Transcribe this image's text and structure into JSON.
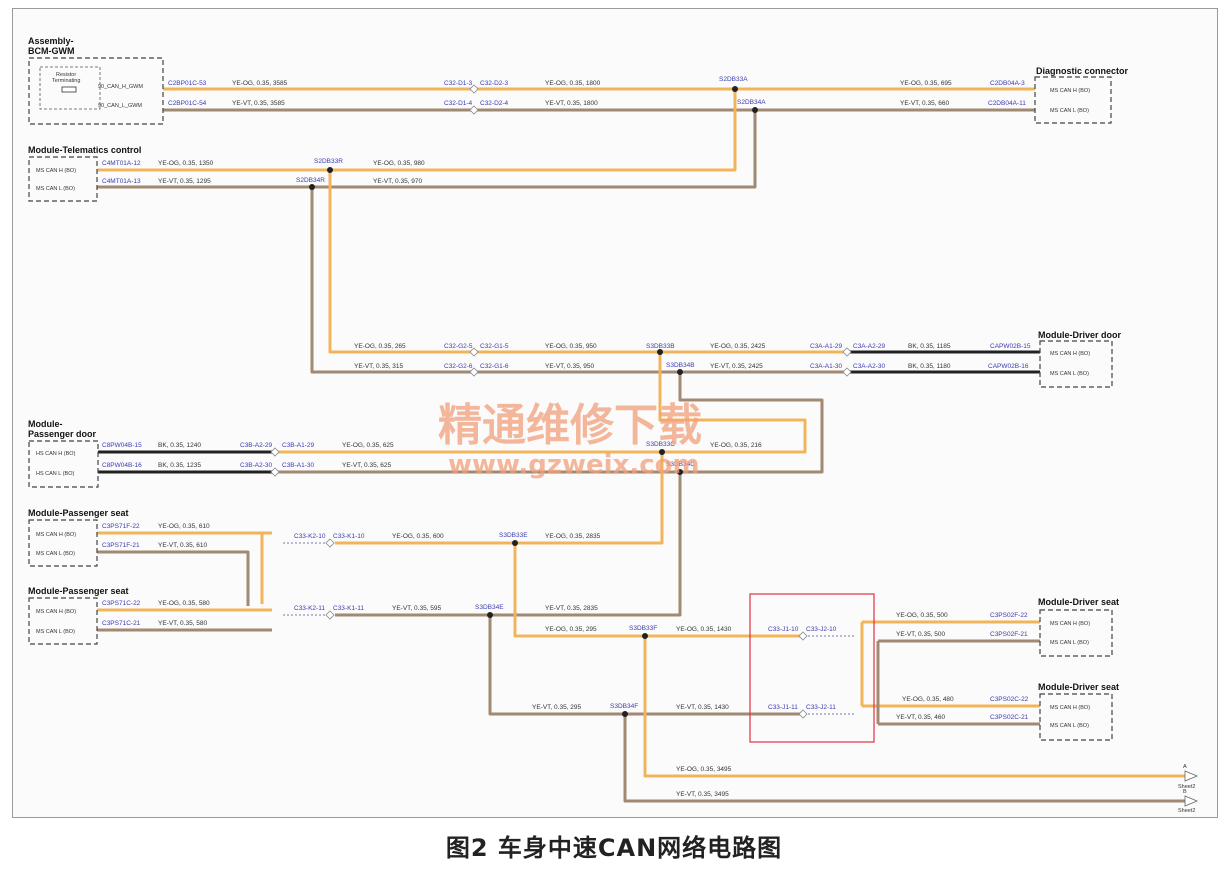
{
  "caption": "图2 车身中速CAN网络电路图",
  "watermark": {
    "line1": "精通维修下载",
    "line2": "www.gzweix.com"
  },
  "colors": {
    "orange": "#f0b45a",
    "brown": "#a08a73",
    "black": "#222222",
    "frame": "#9a9a9a",
    "highlight": "#e03040"
  },
  "modules": {
    "bcm": {
      "title1": "Assembly-",
      "title2": "BCM-GWM",
      "resistor1": "Resistor",
      "resistor2": "Terminating",
      "sig_h": "90_CAN_H_GWM",
      "sig_l": "90_CAN_L_GWM"
    },
    "diag": {
      "title": "Diagnostic connector",
      "sig_h": "MS CAN H (BO)",
      "sig_l": "MS CAN L (BO)"
    },
    "telematics": {
      "title": "Module-Telematics control",
      "sig_h": "MS CAN H (BO)",
      "sig_l": "MS CAN L (BO)"
    },
    "driver_door": {
      "title": "Module-Driver door",
      "sig_h": "MS CAN H (BO)",
      "sig_l": "MS CAN L (BO)"
    },
    "pass_door": {
      "title1": "Module-",
      "title2": "Passenger door",
      "sig_h": "HS CAN H (BO)",
      "sig_l": "HS CAN L (BO)"
    },
    "pass_seat1": {
      "title": "Module-Passenger seat",
      "sig_h": "MS CAN H (BO)",
      "sig_l": "MS CAN L (BO)"
    },
    "pass_seat2": {
      "title": "Module-Passenger seat",
      "sig_h": "MS CAN H (BO)",
      "sig_l": "MS CAN L (BO)"
    },
    "driver_seat1": {
      "title": "Module-Driver seat",
      "sig_h": "MS CAN H (BO)",
      "sig_l": "MS CAN L (BO)"
    },
    "driver_seat2": {
      "title": "Module-Driver seat",
      "sig_h": "MS CAN H (BO)",
      "sig_l": "MS CAN L (BO)"
    }
  },
  "labels": {
    "bcm_pin_h": "C2BP01C-53",
    "bcm_wire_h": "YE-OG, 0.35, 3585",
    "bcm_pin_l": "C2BP01C-54",
    "bcm_wire_l": "YE-VT, 0.35, 3585",
    "c32_d1": "C32-D1-3",
    "c32_d1b": "C32-D2-3",
    "wire_1800_h": "YE-OG, 0.35, 1800",
    "c32_d2": "C32-D1-4",
    "c32_d2b": "C32-D2-4",
    "wire_1800_l": "YE-VT, 0.35, 1800",
    "splice_s2db33a": "S2DB33A",
    "splice_s2db34a": "S2DB34A",
    "diag_wire_h": "YE-OG, 0.35, 695",
    "diag_pin_h": "C2DB04A-3",
    "diag_wire_l": "YE-VT, 0.35, 660",
    "diag_pin_l": "C2DB04A-11",
    "tel_pin_h": "C4MT01A-12",
    "tel_wire_h": "YE-OG, 0.35, 1350",
    "tel_pin_l": "C4MT01A-13",
    "tel_wire_l": "YE-VT, 0.35, 1295",
    "splice_s2db33r": "S2DB33R",
    "splice_s2db34r": "S2DB34R",
    "tel_wire2_h": "YE-OG, 0.35, 980",
    "tel_wire2_l": "YE-VT, 0.35, 970",
    "mid_wire_h": "YE-OG, 0.35, 265",
    "mid_wire_l": "YE-VT, 0.35, 315",
    "c32_g2_5": "C32-G2-5",
    "c32_g1_5": "C32-G1-5",
    "c32_g2_6": "C32-G2-6",
    "c32_g1_6": "C32-G1-6",
    "wire_950_h": "YE-OG, 0.35, 950",
    "wire_950_l": "YE-VT, 0.35, 950",
    "splice_s3db33b": "S3DB33B",
    "splice_s3db34b": "S3DB34B",
    "wire_2425_h": "YE-OG, 0.35, 2425",
    "wire_2425_l": "YE-VT, 0.35, 2425",
    "c3a_a1_29": "C3A-A1-29",
    "c3a_a2_29": "C3A-A2-29",
    "c3a_a1_30": "C3A-A1-30",
    "c3a_a2_30": "C3A-A2-30",
    "dd_wire_h": "BK, 0.35, 1185",
    "dd_pin_h": "CAPW02B-15",
    "dd_wire_l": "BK, 0.35, 1180",
    "dd_pin_l": "CAPW02B-16",
    "pd_pin_h": "C8PW04B-15",
    "pd_wire_h": "BK, 0.35, 1240",
    "pd_pin_l": "C8PW04B-16",
    "pd_wire_l": "BK, 0.35, 1235",
    "c3b_a2_29": "C3B-A2-29",
    "c3b_a1_29": "C3B-A1-29",
    "c3b_a2_30": "C3B-A2-30",
    "c3b_a1_30": "C3B-A1-30",
    "pd_wire2_h": "YE-OG, 0.35, 625",
    "pd_wire2_l": "YE-VT, 0.35, 625",
    "splice_s3db33c": "S3DB33C",
    "splice_s3db34c": "S3DB34C",
    "wire_216": "YE-OG, 0.35, 216",
    "ps1_pin_h": "C3PS71F-22",
    "ps1_wire_h": "YE-OG, 0.35, 610",
    "ps1_pin_l": "C3PS71F-21",
    "ps1_wire_l": "YE-VT, 0.35, 610",
    "c33_k2_10": "C33-K2-10",
    "c33_k1_10": "C33-K1-10",
    "wire_600": "YE-OG, 0.35, 600",
    "splice_s3db33e": "S3DB33E",
    "wire_2835_h": "YE-OG, 0.35, 2835",
    "ps2_pin_h": "C3PS71C-22",
    "ps2_wire_h": "YE-OG, 0.35, 580",
    "ps2_pin_l": "C3PS71C-21",
    "ps2_wire_l": "YE-VT, 0.35, 580",
    "c33_k2_11": "C33-K2-11",
    "c33_k1_11": "C33-K1-11",
    "wire_595": "YE-VT, 0.35, 595",
    "splice_s3db34e": "S3DB34E",
    "wire_2835_l": "YE-VT, 0.35, 2835",
    "wire_295": "YE-OG, 0.35, 295",
    "splice_s3db33f": "S3DB33F",
    "wire_1430_h": "YE-OG, 0.35, 1430",
    "c33_j1_10": "C33-J1-10",
    "c33_j2_10": "C33-J2-10",
    "ds1_wire_h": "YE-OG, 0.35, 500",
    "ds1_pin_h": "C3PS02F-22",
    "ds1_wire_l": "YE-VT, 0.35, 500",
    "ds1_pin_l": "C3PS02F-21",
    "wire_295_l": "YE-VT, 0.35, 295",
    "splice_s3db34f": "S3DB34F",
    "wire_1430_l": "YE-VT, 0.35, 1430",
    "c33_j1_11": "C33-J1-11",
    "c33_j2_11": "C33-J2-11",
    "ds2_wire_h": "YE-OG, 0.35, 480",
    "ds2_pin_h": "C3PS02C-22",
    "ds2_wire_l": "YE-VT, 0.35, 460",
    "ds2_pin_l": "C3PS02C-21",
    "wire_3495_h": "YE-OG, 0.35, 3495",
    "wire_3495_l": "YE-VT, 0.35, 3495",
    "arrow_a": "A",
    "arrow_b": "B",
    "sheet_a": "Sheet2",
    "sheet_b": "Sheet2"
  }
}
